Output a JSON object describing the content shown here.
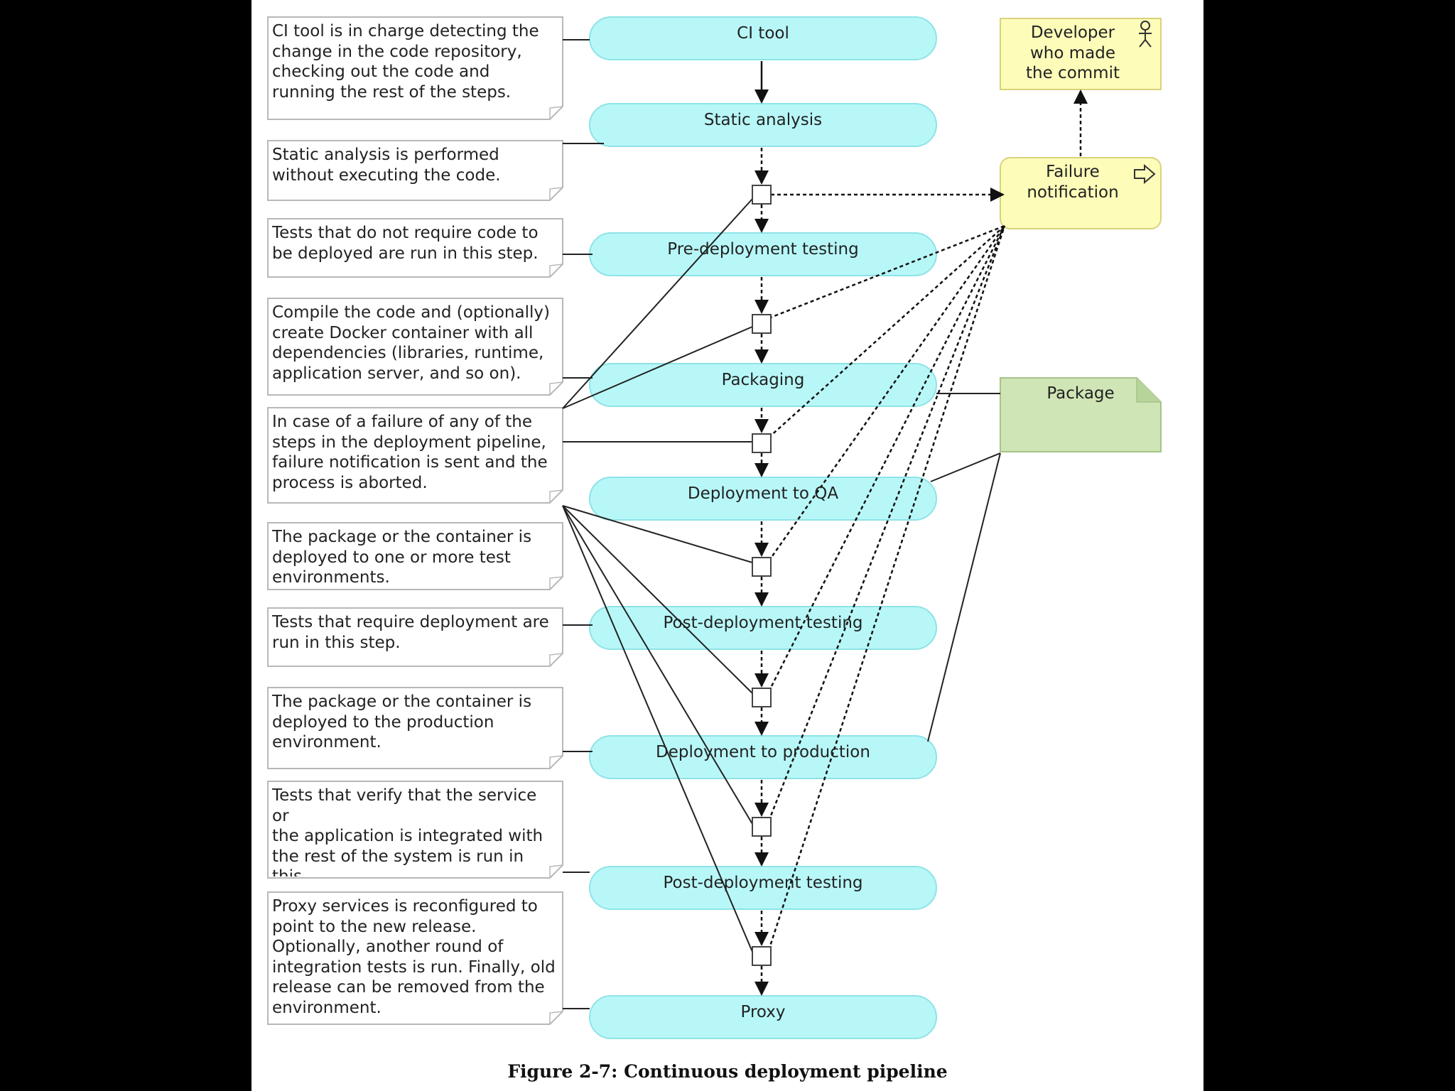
{
  "figure": {
    "caption": "Figure 2-7: Continuous deployment pipeline"
  },
  "pipeline": {
    "stages": [
      "CI tool",
      "Static analysis",
      "Pre-deployment testing",
      "Packaging",
      "Deployment to QA",
      "Post-deployment testing",
      "Deployment to production",
      "Post-deployment testing",
      "Proxy"
    ]
  },
  "notes": [
    "CI tool is in charge detecting the\nchange in the code repository,\nchecking out the code and\nrunning the rest of the steps.",
    "Static analysis is performed\nwithout executing the code.",
    "Tests that do not require code to\nbe deployed are run in this step.",
    "Compile the code and (optionally)\ncreate Docker container with all\ndependencies (libraries, runtime,\napplication server, and so on).",
    "In case of a failure of any of the\nsteps in the deployment pipeline,\nfailure notification is sent and the\nprocess is aborted.",
    "The package or the container is\ndeployed to one or more test\nenvironments.",
    "Tests that require deployment are\nrun in this step.",
    "The package or the container is\ndeployed to the production\nenvironment.",
    "Tests that verify that the service or\nthe application is integrated with\nthe rest of the system is run in this\nstep.",
    "Proxy services is reconfigured to\npoint to the new release.\nOptionally, another round of\nintegration tests is run. Finally, old\nrelease can be removed from the\nenvironment."
  ],
  "side": {
    "developer": "Developer\nwho made\nthe commit",
    "failure": "Failure\nnotification",
    "package": "Package"
  },
  "icons": {
    "developer": "actor-icon",
    "failure": "event-arrow-icon"
  },
  "colors": {
    "stage_fill": "#b8f7f8",
    "stage_stroke": "#8ee3e6",
    "note_fill": "#ffffff",
    "note_stroke": "#b8b8b8",
    "notify_fill": "#fdfcb9",
    "notify_stroke": "#d9d27a",
    "package_fill": "#cfe5b5",
    "package_stroke": "#a6c48a"
  }
}
